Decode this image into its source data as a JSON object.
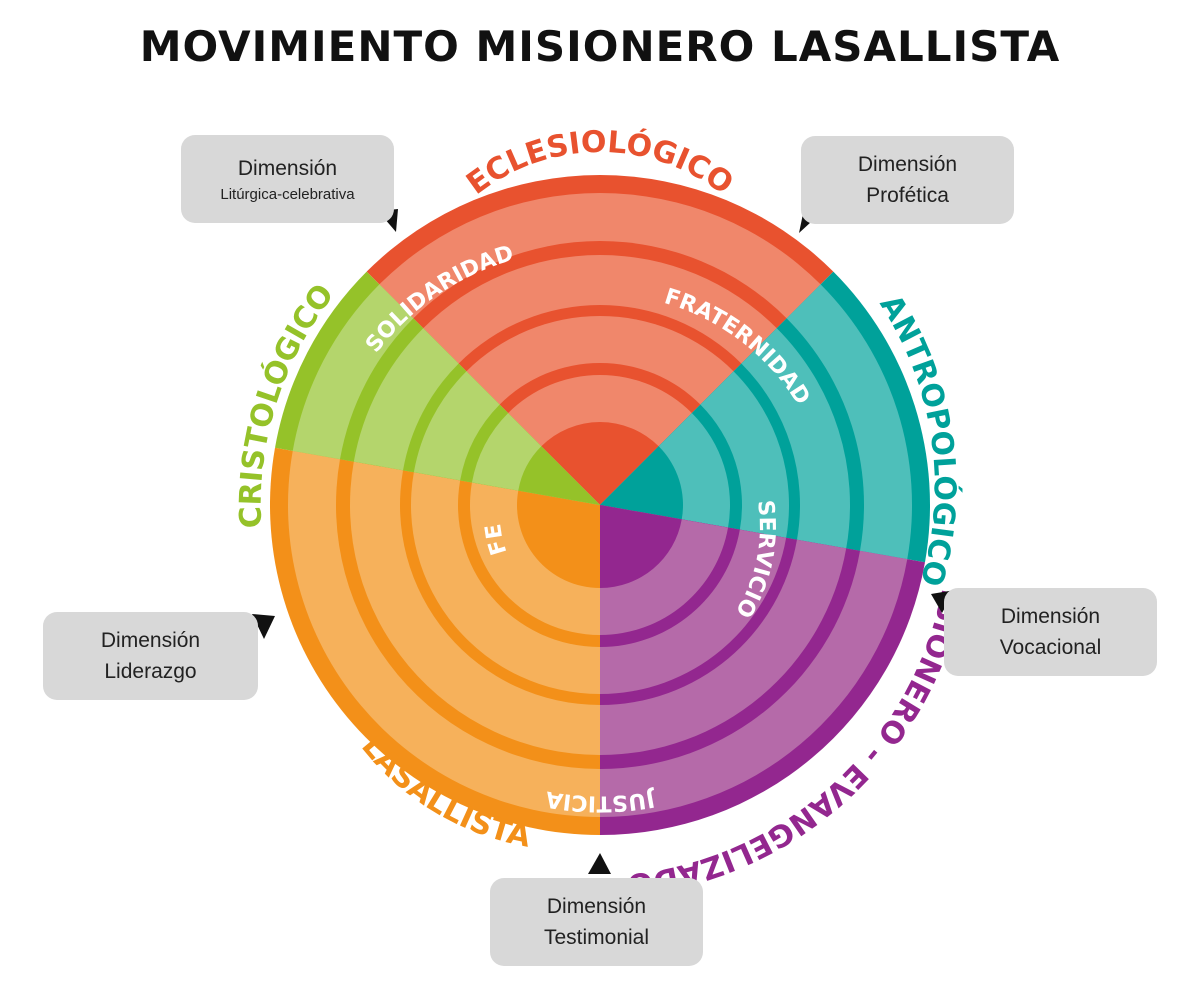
{
  "title": "MOVIMIENTO MISIONERO LASALLISTA",
  "sectors": [
    {
      "label": "ECLESIOLÓGICO",
      "dark": "#e8522f",
      "light": "#f0876b",
      "start": -45,
      "end": 45
    },
    {
      "label": "ANTROPOLÓGICO",
      "dark": "#00a19a",
      "light": "#4ebfba",
      "start": 45,
      "end": 100
    },
    {
      "label": "MISIONERO - EVANGELIZADOR",
      "dark": "#93278f",
      "light": "#b56aa9",
      "start": 100,
      "end": 180
    },
    {
      "label": "LASALLISTA",
      "dark": "#f39019",
      "light": "#f6b15b",
      "start": 180,
      "end": 280
    },
    {
      "label": "CRISTOLÓGICO",
      "dark": "#95c229",
      "light": "#b4d56c",
      "start": 280,
      "end": 315
    }
  ],
  "ring_labels": [
    "SOLIDARIDAD",
    "FRATERNIDAD",
    "SERVICIO",
    "JUSTICIA",
    "FE"
  ],
  "callouts": {
    "liturgica": {
      "line1": "Dimensión",
      "line2": "Litúrgica-celebrativa"
    },
    "profetica": {
      "line1": "Dimensión",
      "line2": "Profética"
    },
    "vocacional": {
      "line1": "Dimensión",
      "line2": "Vocacional"
    },
    "liderazgo": {
      "line1": "Dimensión",
      "line2": "Liderazgo"
    },
    "testimonial": {
      "line1": "Dimensión",
      "line2": "Testimonial"
    }
  }
}
